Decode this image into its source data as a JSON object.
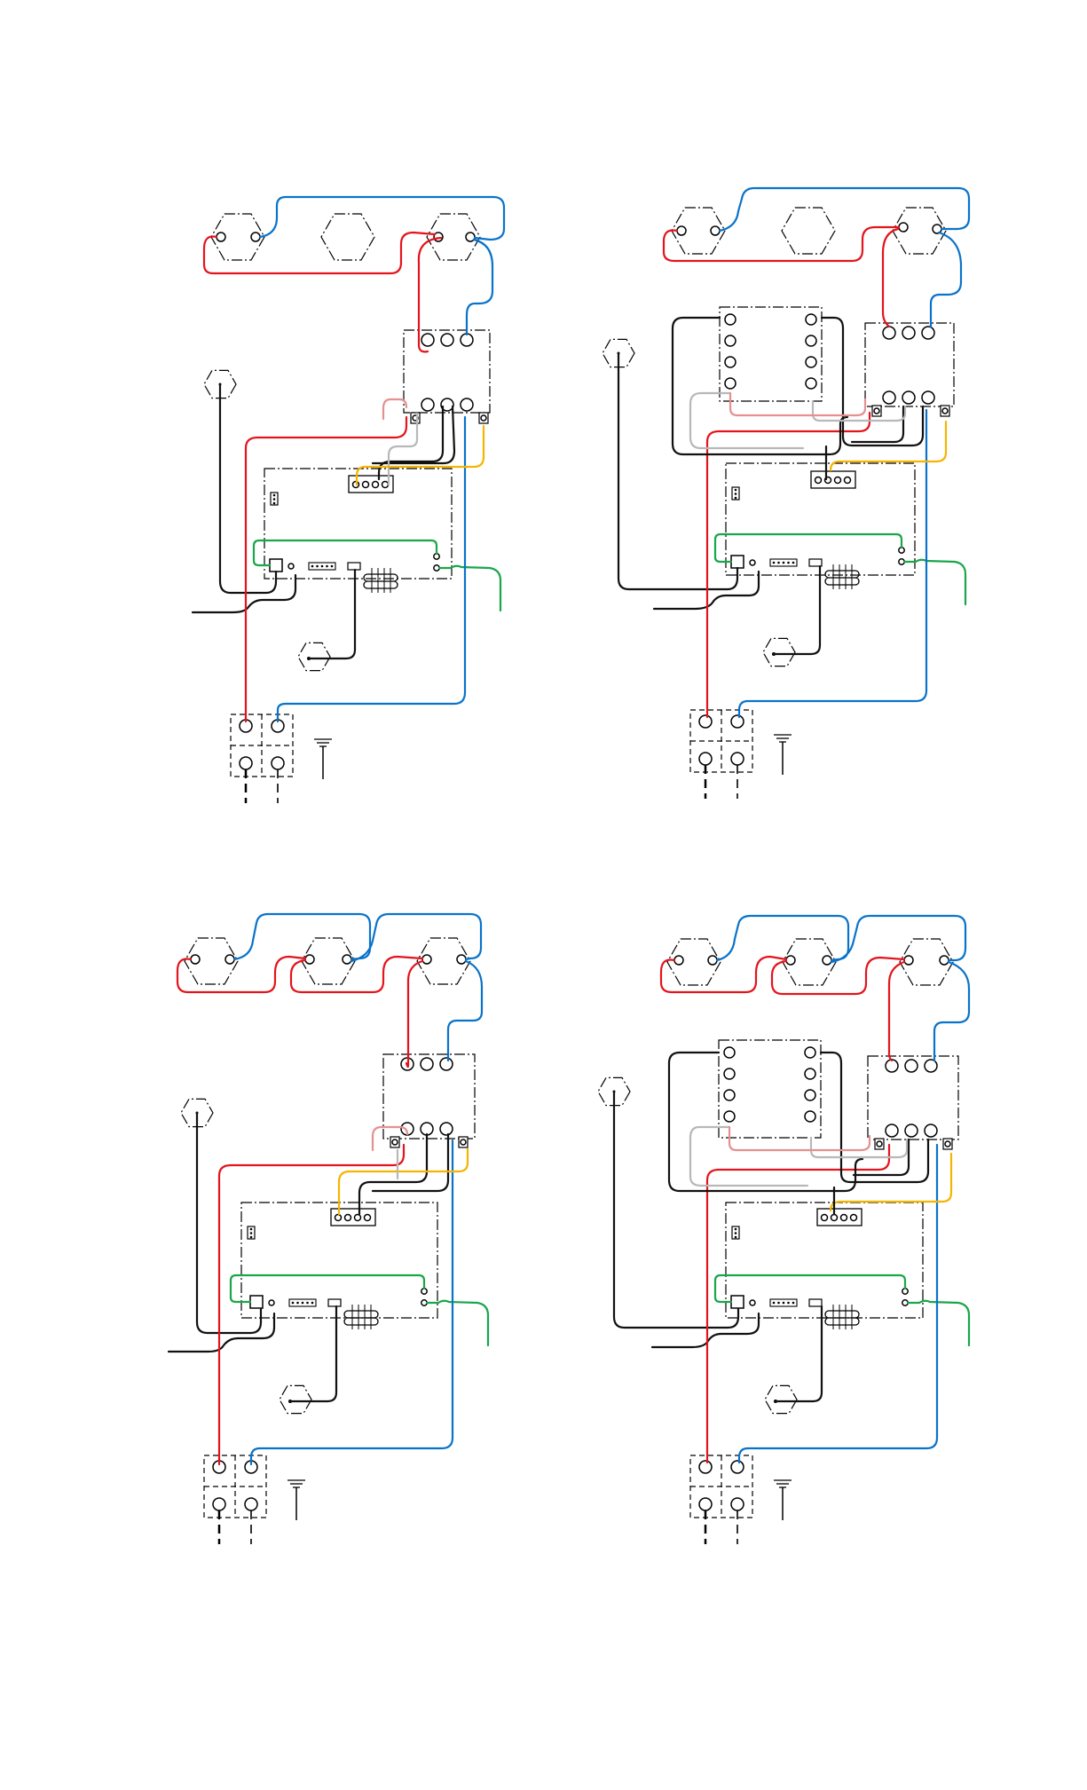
{
  "page": {
    "background": "#ffffff"
  },
  "wire_colors": {
    "red": "#e3141c",
    "blue": "#0a73c9",
    "black": "#111111",
    "green": "#1aa64a",
    "yellow": "#f5b400",
    "grey": "#b8b8b8",
    "pink": "#e59090"
  },
  "panels": [
    {
      "id": "top-left",
      "variant": "basic"
    },
    {
      "id": "top-right",
      "variant": "with-relay-module"
    },
    {
      "id": "bottom-left",
      "variant": "three-burners"
    },
    {
      "id": "bottom-right",
      "variant": "three-burners-with-relay-module"
    }
  ]
}
